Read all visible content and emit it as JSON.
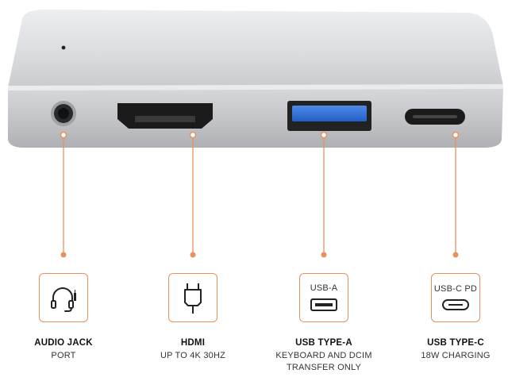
{
  "ports": [
    {
      "title": "AUDIO JACK",
      "desc1": "PORT",
      "desc2": "",
      "box_label": ""
    },
    {
      "title": "HDMI",
      "desc1": "UP TO 4K 30HZ",
      "desc2": "",
      "box_label": ""
    },
    {
      "title": "USB TYPE-A",
      "desc1": "KEYBOARD AND DCIM",
      "desc2": "TRANSFER ONLY",
      "box_label": "USB-A"
    },
    {
      "title": "USB TYPE-C",
      "desc1": "18W CHARGING",
      "desc2": "",
      "box_label": "USB-C PD"
    }
  ],
  "colors": {
    "accent": "#e8915d",
    "hub_body": "#c7c9cc",
    "usb_blue": "#2a6fd6"
  },
  "icons": [
    "headphones-icon",
    "hdmi-cable-icon",
    "usb-a-port-icon",
    "usb-c-port-icon"
  ]
}
